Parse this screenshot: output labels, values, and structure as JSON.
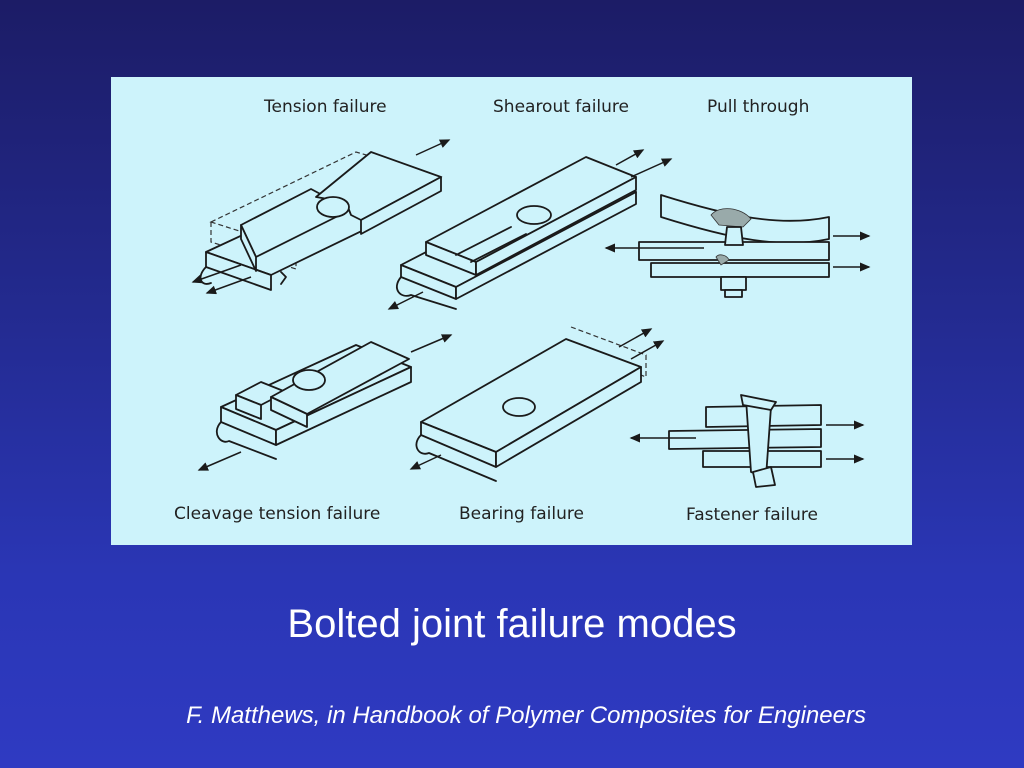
{
  "figure": {
    "labels": {
      "tension": "Tension failure",
      "shearout": "Shearout failure",
      "pull_through": "Pull through",
      "cleavage_tension": "Cleavage tension failure",
      "bearing": "Bearing failure",
      "fastener": "Fastener failure"
    }
  },
  "slide": {
    "title": "Bolted joint failure modes",
    "citation": "F. Matthews, in Handbook of Polymer Composites for Engineers"
  },
  "colors": {
    "figure_background": "#cdf3fb",
    "slide_background": "#232a8f",
    "text": "#ffffff"
  }
}
